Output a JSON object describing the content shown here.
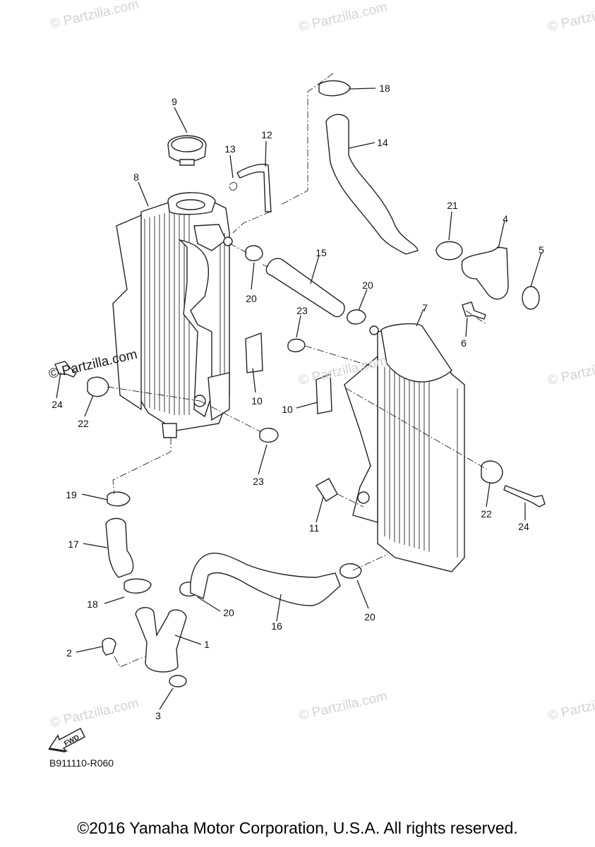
{
  "watermark": "© Partzilla.com",
  "ref_code": "B911110-R060",
  "fwd_label": "FWD",
  "copyright": "©2016 Yamaha Motor Corporation, U.S.A. All rights reserved.",
  "callouts": [
    {
      "id": "c9",
      "label": "9"
    },
    {
      "id": "c8",
      "label": "8"
    },
    {
      "id": "c13",
      "label": "13"
    },
    {
      "id": "c12",
      "label": "12"
    },
    {
      "id": "c18a",
      "label": "18"
    },
    {
      "id": "c14",
      "label": "14"
    },
    {
      "id": "c21",
      "label": "21"
    },
    {
      "id": "c4",
      "label": "4"
    },
    {
      "id": "c5",
      "label": "5"
    },
    {
      "id": "c15",
      "label": "15"
    },
    {
      "id": "c20a",
      "label": "20"
    },
    {
      "id": "c20b",
      "label": "20"
    },
    {
      "id": "c23a",
      "label": "23"
    },
    {
      "id": "c7",
      "label": "7"
    },
    {
      "id": "c6",
      "label": "6"
    },
    {
      "id": "c24a",
      "label": "24"
    },
    {
      "id": "c22a",
      "label": "22"
    },
    {
      "id": "c10a",
      "label": "10"
    },
    {
      "id": "c10b",
      "label": "10"
    },
    {
      "id": "c23b",
      "label": "23"
    },
    {
      "id": "c19",
      "label": "19"
    },
    {
      "id": "c11",
      "label": "11"
    },
    {
      "id": "c22b",
      "label": "22"
    },
    {
      "id": "c24b",
      "label": "24"
    },
    {
      "id": "c17",
      "label": "17"
    },
    {
      "id": "c18b",
      "label": "18"
    },
    {
      "id": "c20c",
      "label": "20"
    },
    {
      "id": "c16",
      "label": "16"
    },
    {
      "id": "c20d",
      "label": "20"
    },
    {
      "id": "c1",
      "label": "1"
    },
    {
      "id": "c2",
      "label": "2"
    },
    {
      "id": "c3",
      "label": "3"
    }
  ]
}
